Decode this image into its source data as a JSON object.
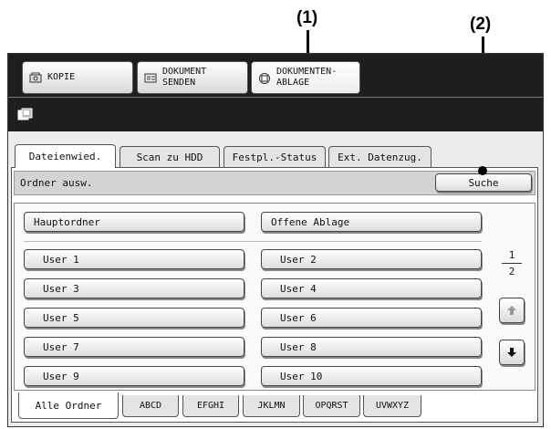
{
  "callouts": {
    "one": "(1)",
    "two": "(2)"
  },
  "mode_buttons": [
    {
      "label": "KOPIE",
      "icon": "copy-icon"
    },
    {
      "label": "DOKUMENT\nSENDEN",
      "icon": "send-document-icon"
    },
    {
      "label": "DOKUMENTEN-\nABLAGE",
      "icon": "document-filing-icon"
    }
  ],
  "mode_icon": "document-filing-icon",
  "tabs": [
    "Dateienwied.",
    "Scan zu HDD",
    "Festpl.-Status",
    "Ext. Datenzug."
  ],
  "breadcrumb": "Ordner ausw.",
  "search_button": "Suche",
  "top_folders": [
    "Hauptordner",
    "Offene Ablage"
  ],
  "user_folders": [
    "User 1",
    "User 2",
    "User 3",
    "User 4",
    "User 5",
    "User 6",
    "User 7",
    "User 8",
    "User 9",
    "User 10"
  ],
  "pagination": {
    "current": "1",
    "total": "2"
  },
  "scroll": {
    "up_icon": "arrow-up-icon",
    "down_icon": "arrow-down-icon"
  },
  "index_tabs": [
    "Alle Ordner",
    "ABCD",
    "EFGHI",
    "JKLMN",
    "OPQRST",
    "UVWXYZ"
  ]
}
